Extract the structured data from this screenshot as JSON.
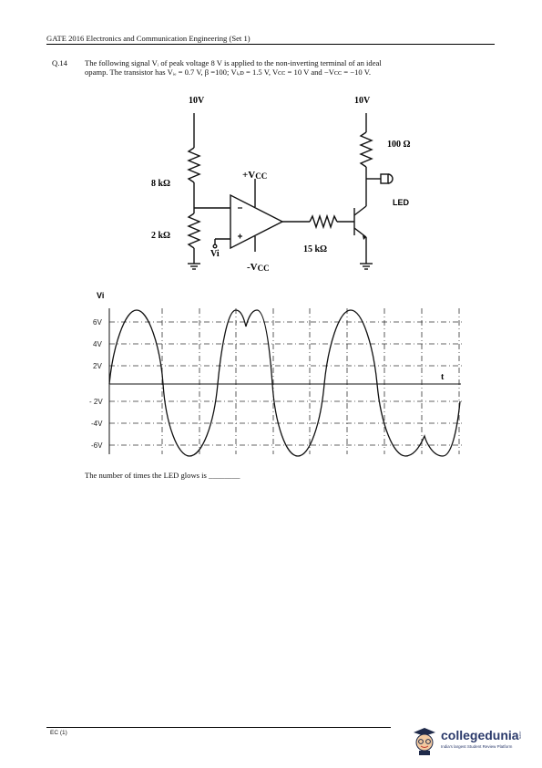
{
  "header": {
    "title": "GATE 2016 Electronics and Communication Engineering  (Set 1)"
  },
  "question": {
    "number": "Q.14",
    "line1": "The following signal Vᵢ of peak voltage 8 V is applied to the non-inverting terminal of an ideal",
    "line2": "opamp. The transistor has Vᵢₑ = 0.7 V, β =100; Vₗₑᴅ = 1.5 V, Vᴄᴄ = 10 V and −Vᴄᴄ = −10 V."
  },
  "circuit": {
    "supply_left": "10V",
    "supply_right": "10V",
    "r_top": "8 kΩ",
    "r_bottom": "2 kΩ",
    "r_base": "15 kΩ",
    "r_led": "100 Ω",
    "led": "LED",
    "vcc_pos": "+V",
    "vcc_neg": "-V",
    "vcc_sub": "CC",
    "vin": "Vi",
    "minus": "−",
    "plus": "+"
  },
  "waveform": {
    "y_label": "Vi",
    "x_label": "t",
    "levels": [
      "6V",
      "4V",
      "2V",
      "- 2V",
      "-4V",
      "-6V"
    ]
  },
  "answer_prompt": "The number of times the LED glows is ________",
  "footer": {
    "code": "EC (1)"
  },
  "logo": {
    "brand": "collegedunia",
    "tld": ".com",
    "tagline": "India's largest Student Review Platform",
    "icon": "graduate-mascot-icon"
  },
  "colors": {
    "brand": "#2b3a6b"
  }
}
